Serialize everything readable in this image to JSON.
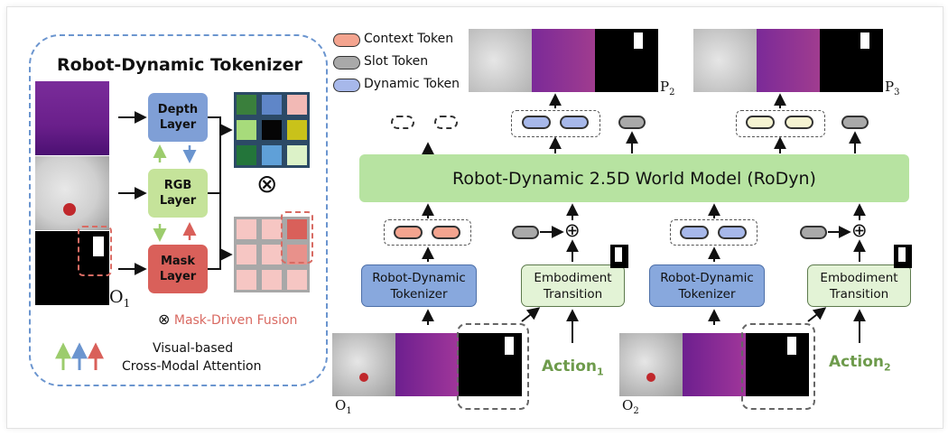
{
  "tokenizer_panel": {
    "title": "Robot-Dynamic Tokenizer",
    "depth_layer": "Depth Layer",
    "rgb_layer": "RGB Layer",
    "mask_layer": "Mask Layer",
    "obs_label": "O",
    "obs_sub": "1",
    "fusion_symbol": "⊗",
    "fusion_label": "Mask-Driven Fusion",
    "attention_line1": "Visual-based",
    "attention_line2": "Cross-Modal Attention"
  },
  "legend": {
    "context": "Context Token",
    "slot": "Slot Token",
    "dynamic": "Dynamic Token"
  },
  "world_model": {
    "label": "Robot-Dynamic 2.5D World Model (RoDyn)"
  },
  "pipeline": {
    "tokenizer_1": "Robot-Dynamic Tokenizer",
    "tokenizer_2": "Robot-Dynamic Tokenizer",
    "embodiment_1": "Embodiment Transition",
    "embodiment_2": "Embodiment Transition",
    "action_1": "Action",
    "action_1_sub": "1",
    "action_2": "Action",
    "action_2_sub": "2",
    "o1": "O",
    "o1_sub": "1",
    "o2": "O",
    "o2_sub": "2",
    "p2": "P",
    "p2_sub": "2",
    "p3": "P",
    "p3_sub": "3"
  },
  "colors": {
    "context": "#f4a48f",
    "slot": "#a9a9a9",
    "dynamic": "#a7b8ea",
    "future": "#f5f3d2",
    "depth_box": "#7f9fd6",
    "rgb_box": "#c5e39a",
    "mask_box": "#d9605a",
    "world_model": "#b7e3a1",
    "tokenizer_box": "#88a8dd",
    "embodiment_box": "#e3f3d6",
    "action_text": "#6e9b4c",
    "fusion_text": "#d96a62"
  },
  "icons": {
    "fusion": "circle-times-icon",
    "add": "circle-plus-icon",
    "arrows": "up-arrows-icon"
  }
}
